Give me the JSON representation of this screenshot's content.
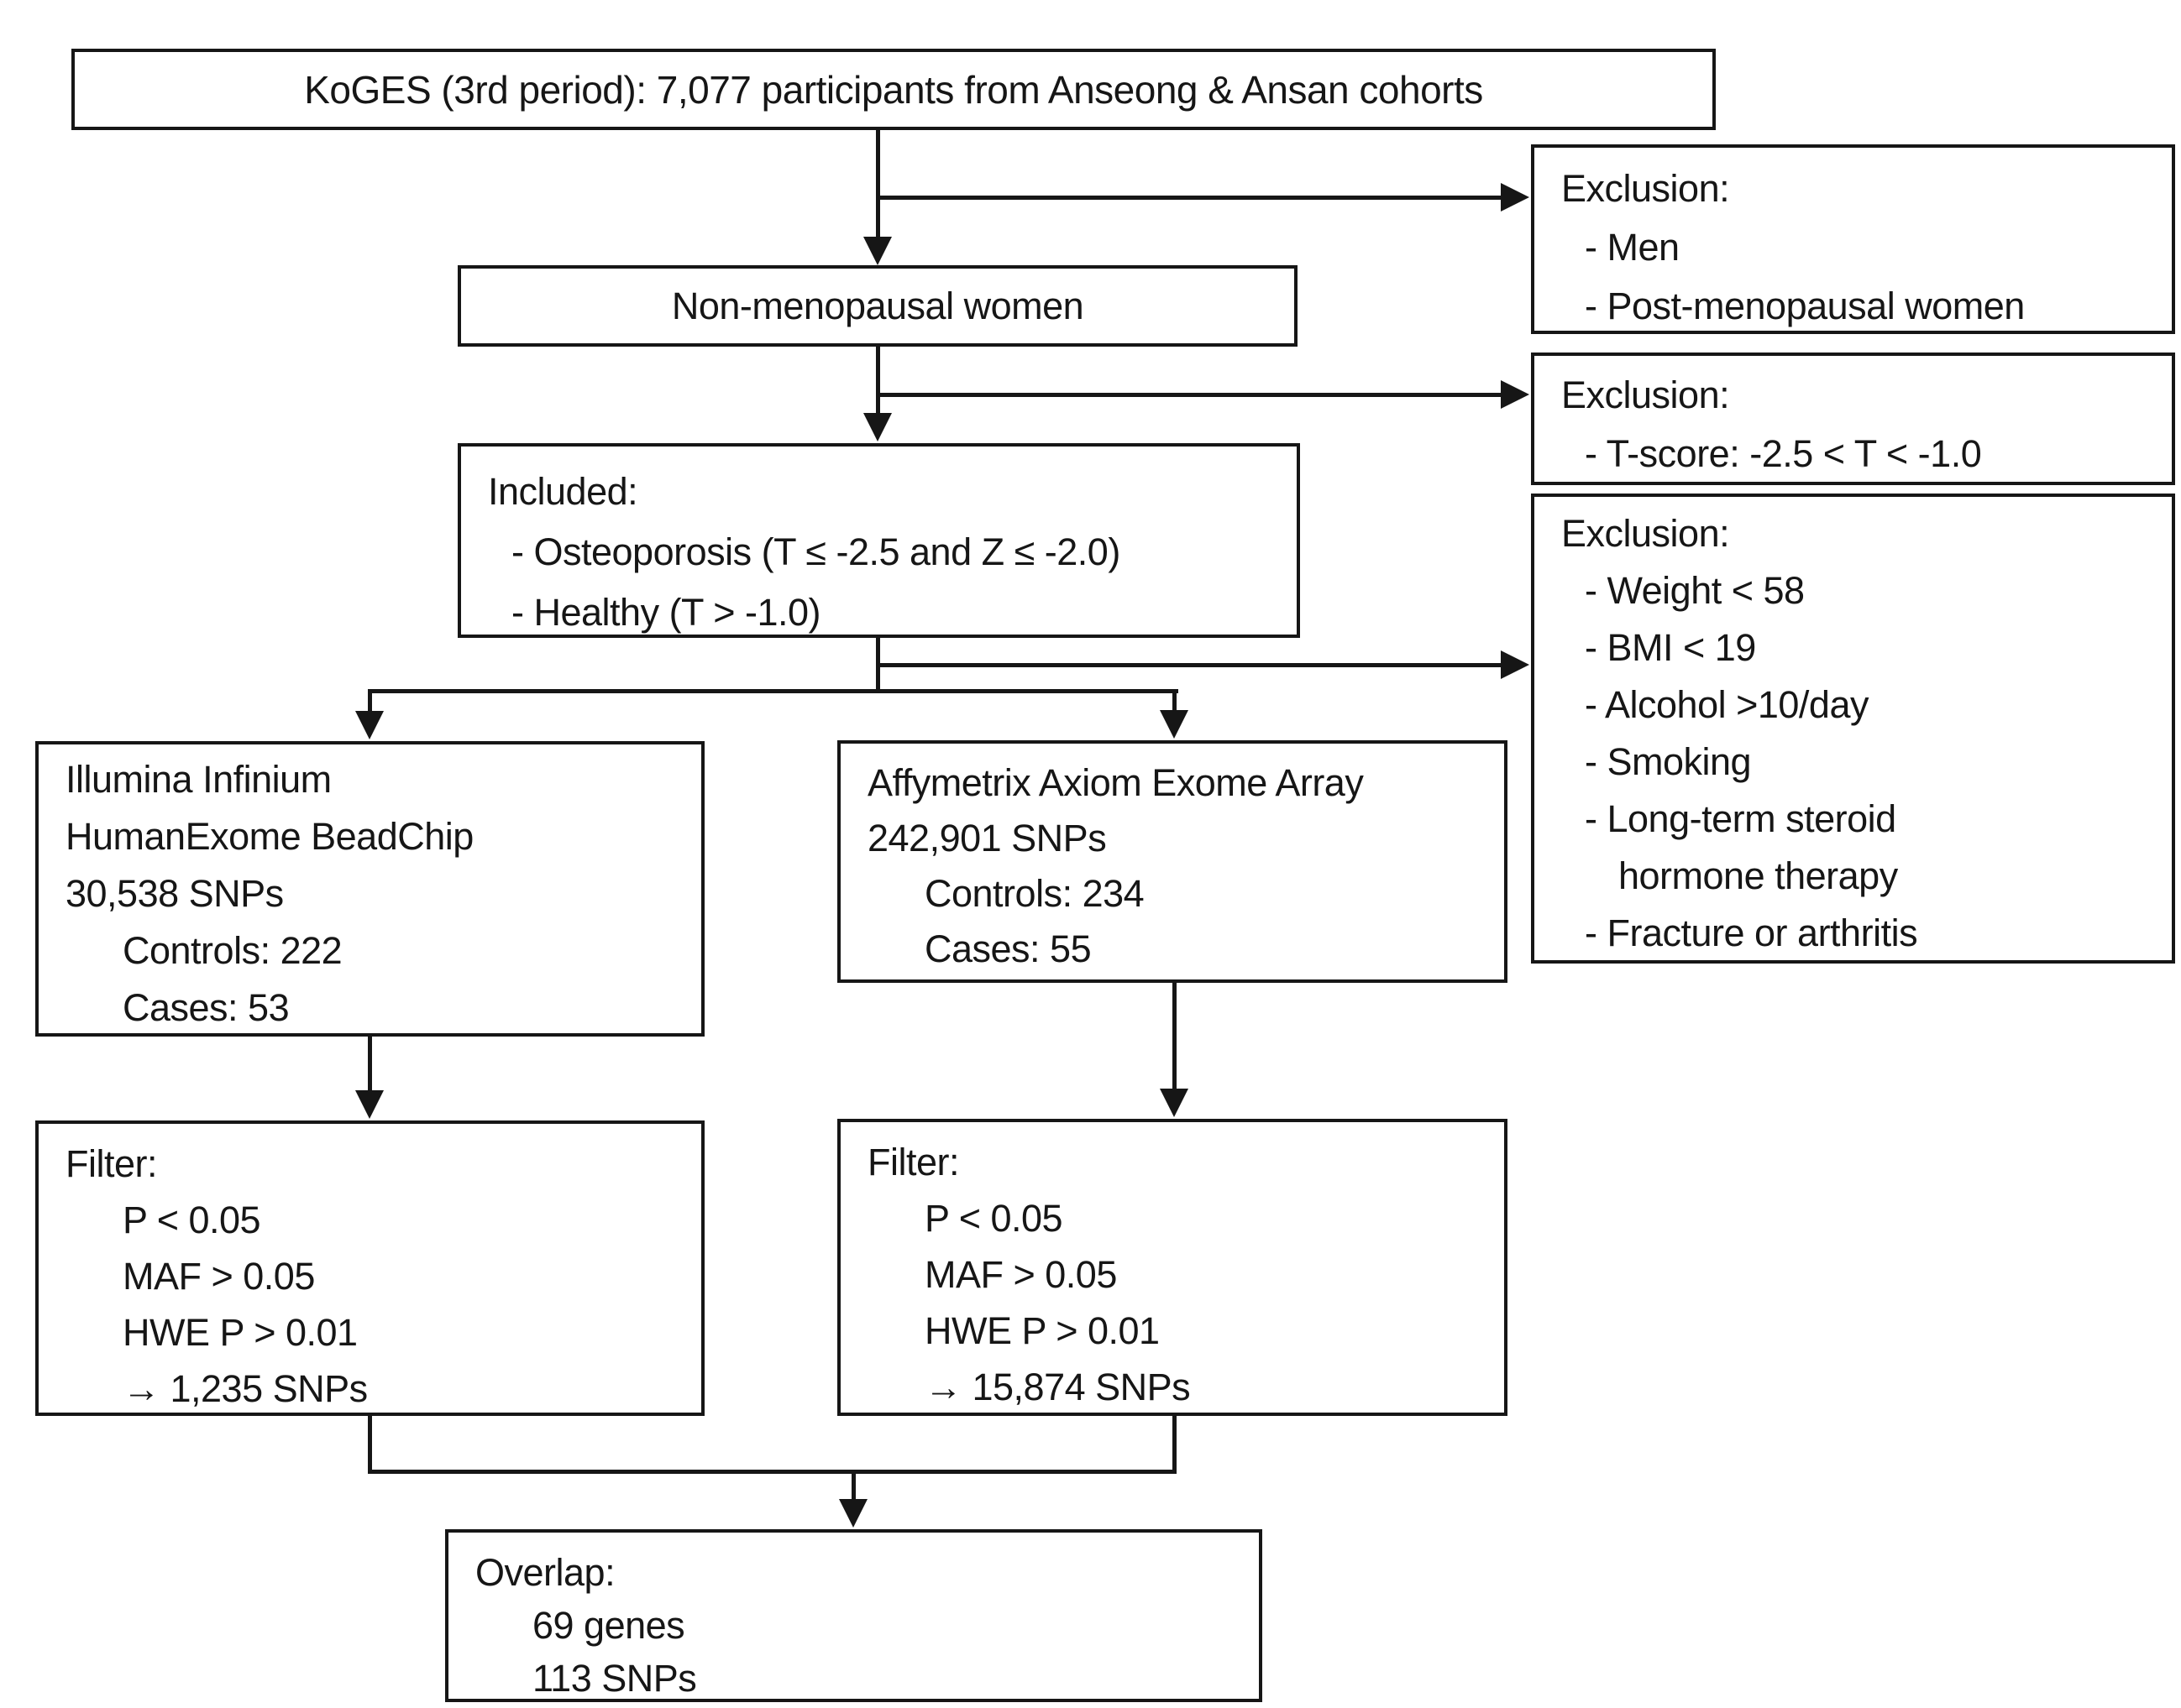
{
  "colors": {
    "line": "#161616",
    "background": "#ffffff"
  },
  "boxes": {
    "koges": {
      "text": "KoGES (3rd period): 7,077 participants from Anseong & Ansan cohorts"
    },
    "exclusion1": {
      "title": "Exclusion:",
      "items": [
        "- Men",
        "- Post-menopausal women"
      ]
    },
    "non_menopausal": {
      "text": "Non-menopausal women"
    },
    "exclusion2": {
      "title": "Exclusion:",
      "items": [
        "- T-score: -2.5 < T < -1.0"
      ]
    },
    "included": {
      "title": "Included:",
      "items": [
        "- Osteoporosis (T ≤ -2.5 and Z ≤ -2.0)",
        "- Healthy (T > -1.0)"
      ]
    },
    "exclusion3": {
      "title": "Exclusion:",
      "items": [
        "- Weight < 58",
        "- BMI < 19",
        "- Alcohol >10/day",
        "- Smoking",
        "- Long-term steroid",
        "hormone therapy",
        "- Fracture or arthritis"
      ]
    },
    "illumina": {
      "lines": [
        "Illumina Infinium",
        "HumanExome BeadChip",
        "30,538 SNPs"
      ],
      "stats": [
        "Controls: 222",
        "Cases: 53"
      ]
    },
    "affymetrix": {
      "lines": [
        "Affymetrix Axiom Exome Array",
        "242,901 SNPs"
      ],
      "stats": [
        "Controls: 234",
        "Cases: 55"
      ]
    },
    "filter_left": {
      "title": "Filter:",
      "items": [
        "P < 0.05",
        "MAF > 0.05",
        "HWE P > 0.01",
        "→ 1,235 SNPs"
      ]
    },
    "filter_right": {
      "title": "Filter:",
      "items": [
        "P < 0.05",
        "MAF > 0.05",
        "HWE P > 0.01",
        "→ 15,874 SNPs"
      ]
    },
    "overlap": {
      "title": "Overlap:",
      "items": [
        "69 genes",
        "113 SNPs"
      ]
    }
  }
}
